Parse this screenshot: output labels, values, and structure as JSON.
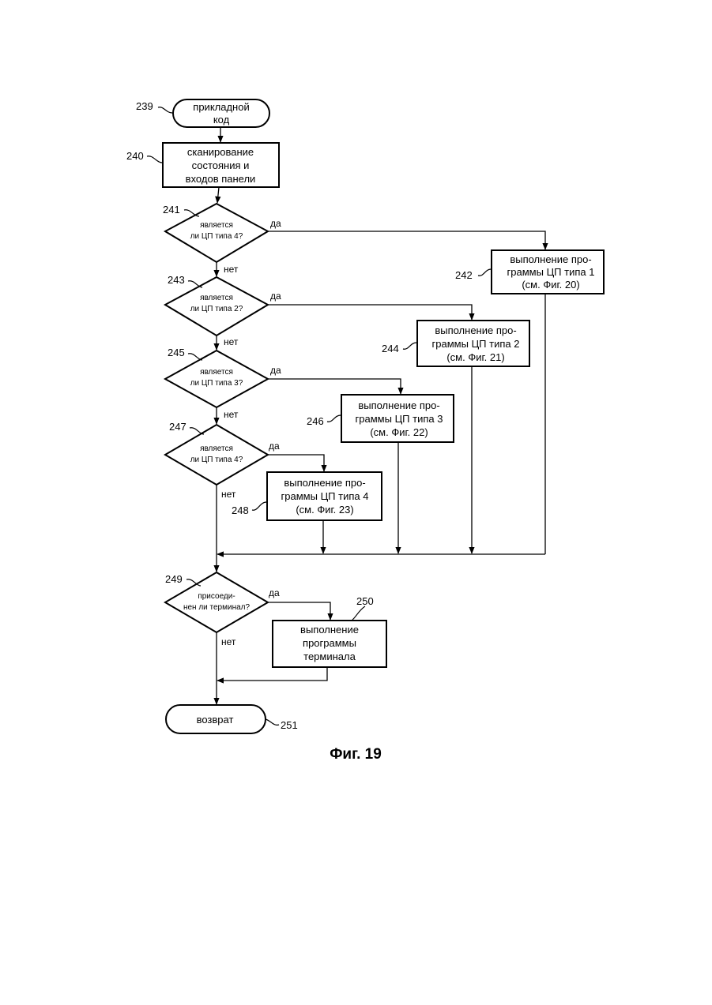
{
  "diagram": {
    "nodes": {
      "start": {
        "ref": "239",
        "lines": [
          "прикладной",
          "код"
        ]
      },
      "scan": {
        "ref": "240",
        "lines": [
          "сканирование",
          "состояния и",
          "входов панели"
        ]
      },
      "q1": {
        "ref": "241",
        "lines": [
          "является",
          "ли ЦП типа 4?"
        ]
      },
      "p1": {
        "ref": "242",
        "lines": [
          "выполнение про-",
          "граммы ЦП типа 1",
          "(см. Фиг. 20)"
        ]
      },
      "q2": {
        "ref": "243",
        "lines": [
          "является",
          "ли ЦП типа 2?"
        ]
      },
      "p2": {
        "ref": "244",
        "lines": [
          "выполнение про-",
          "граммы ЦП типа 2",
          "(см. Фиг. 21)"
        ]
      },
      "q3": {
        "ref": "245",
        "lines": [
          "является",
          "ли ЦП типа 3?"
        ]
      },
      "p3": {
        "ref": "246",
        "lines": [
          "выполнение про-",
          "граммы ЦП типа 3",
          "(см. Фиг. 22)"
        ]
      },
      "q4": {
        "ref": "247",
        "lines": [
          "является",
          "ли ЦП типа 4?"
        ]
      },
      "p4": {
        "ref": "248",
        "lines": [
          "выполнение про-",
          "граммы ЦП типа 4",
          "(см. Фиг. 23)"
        ]
      },
      "q5": {
        "ref": "249",
        "lines": [
          "присоеди-",
          "нен ли терминал?"
        ]
      },
      "p5": {
        "ref": "250",
        "lines": [
          "выполнение",
          "программы",
          "терминала"
        ]
      },
      "end": {
        "ref": "251",
        "lines": [
          "возврат"
        ]
      }
    },
    "yes_label": "да",
    "no_label": "нет"
  },
  "caption": "Фиг. 19"
}
